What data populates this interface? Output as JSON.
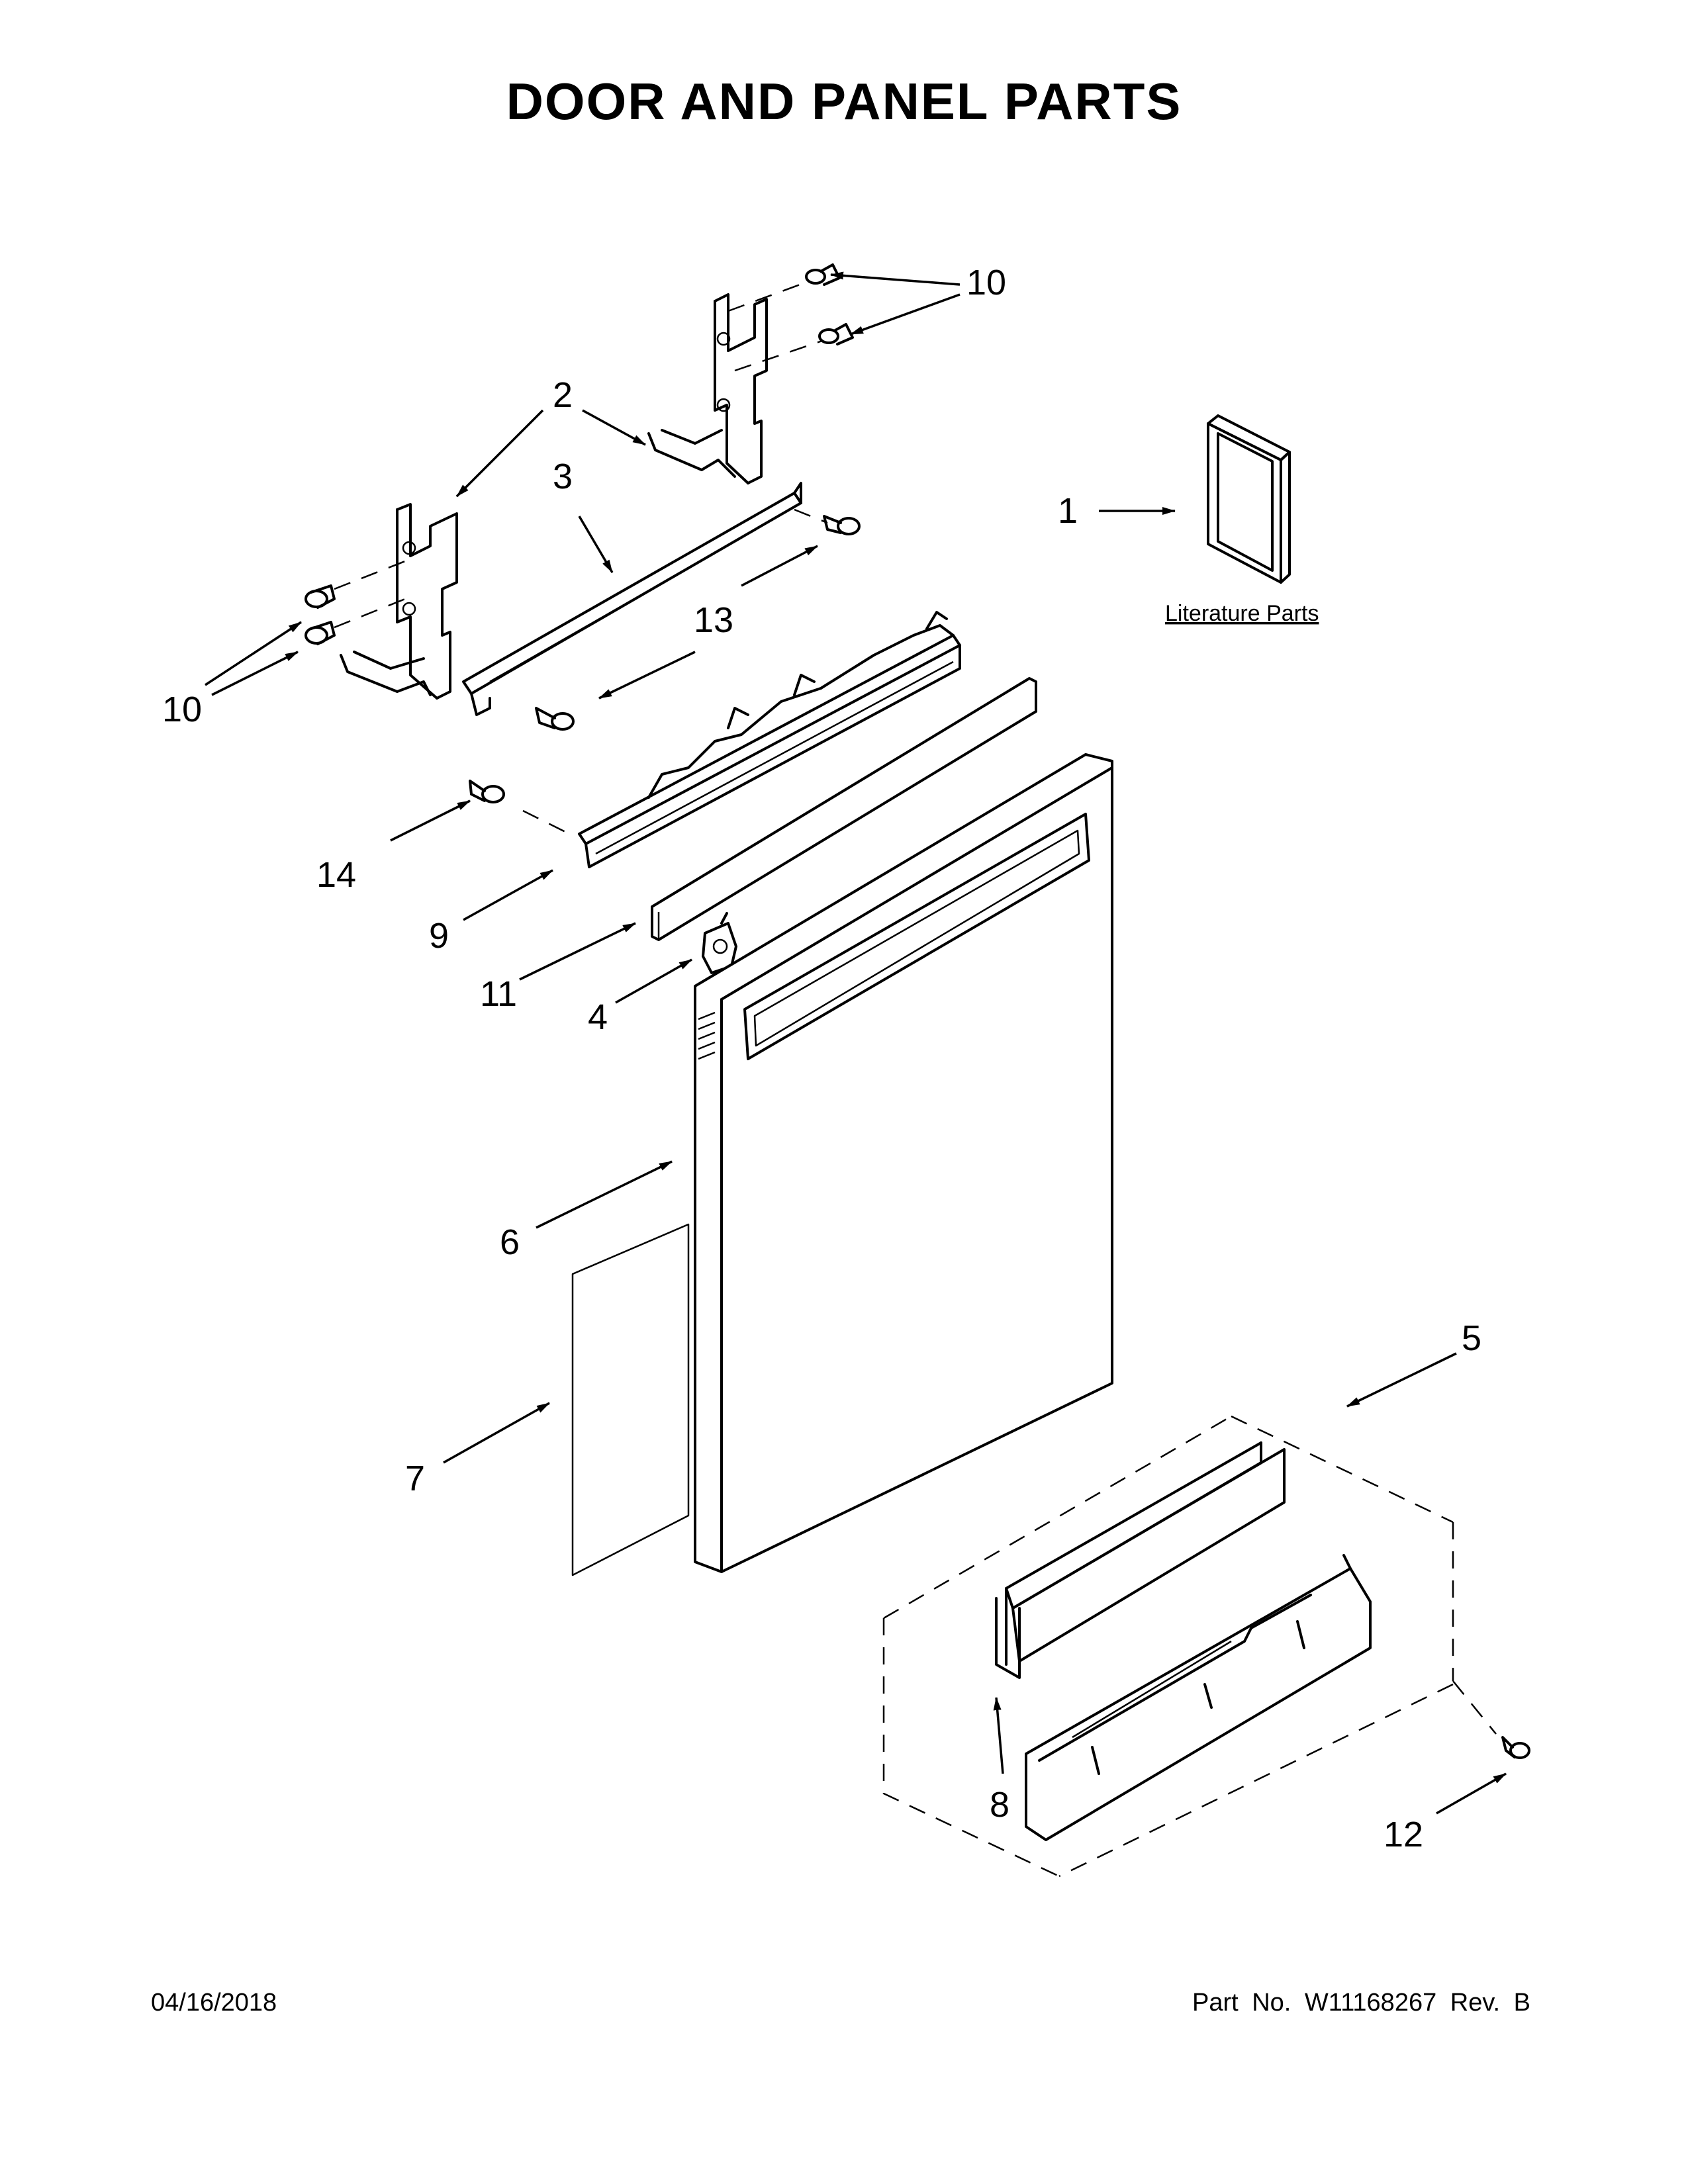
{
  "title": "DOOR AND PANEL PARTS",
  "footer": {
    "date": "04/16/2018",
    "part_number": "Part No.  W11168267  Rev.  B"
  },
  "literature_label": "Literature Parts",
  "callouts": {
    "c1": "1",
    "c2": "2",
    "c3": "3",
    "c4": "4",
    "c5": "5",
    "c6": "6",
    "c7": "7",
    "c8": "8",
    "c9": "9",
    "c10a": "10",
    "c10b": "10",
    "c11": "11",
    "c12": "12",
    "c13": "13",
    "c14": "14"
  }
}
